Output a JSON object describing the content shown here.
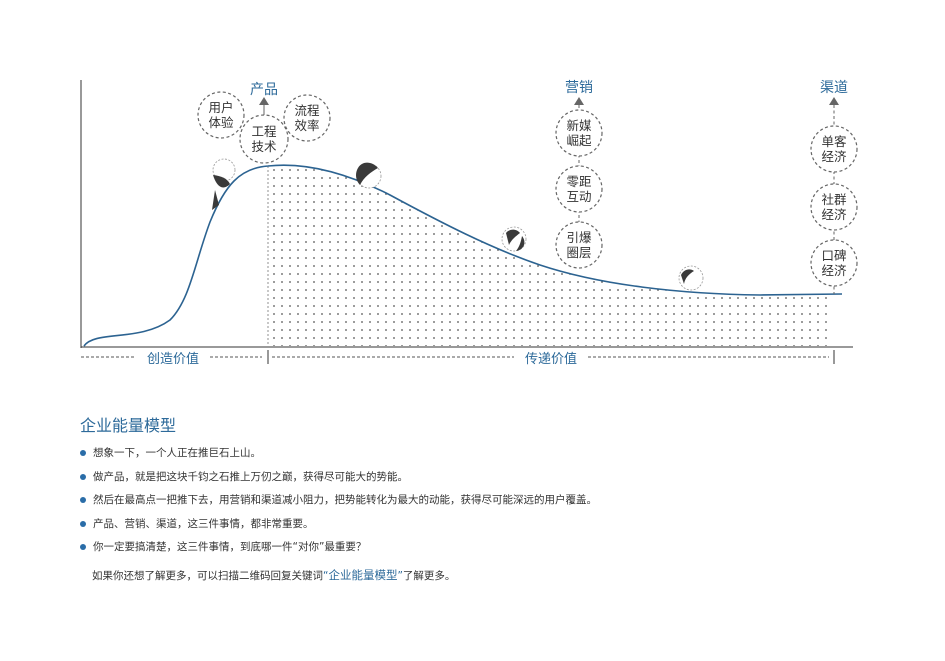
{
  "diagram": {
    "top_labels": {
      "product": "产品",
      "marketing": "营销",
      "channel": "渠道"
    },
    "product_circles": [
      {
        "line1": "用户",
        "line2": "体验"
      },
      {
        "line1": "工程",
        "line2": "技术"
      },
      {
        "line1": "流程",
        "line2": "效率"
      }
    ],
    "marketing_circles": [
      {
        "line1": "新媒",
        "line2": "崛起"
      },
      {
        "line1": "零距",
        "line2": "互动"
      },
      {
        "line1": "引爆",
        "line2": "圈层"
      }
    ],
    "channel_circles": [
      {
        "line1": "单客",
        "line2": "经济"
      },
      {
        "line1": "社群",
        "line2": "经济"
      },
      {
        "line1": "口碑",
        "line2": "经济"
      }
    ],
    "axis_labels": {
      "create_value": "创造价值",
      "deliver_value": "传递价值"
    },
    "colors": {
      "curve": "#2c6391",
      "label": "#2d6a9a",
      "dashed": "#666666",
      "rock": "#3a3a3a"
    }
  },
  "section_title": "企业能量模型",
  "bullets": [
    "想象一下，一个人正在推巨石上山。",
    "做产品，就是把这块千钧之石推上万仞之巅，获得尽可能大的势能。",
    "然后在最高点一把推下去，用营销和渠道减小阻力，把势能转化为最大的动能，获得尽可能深远的用户覆盖。",
    "产品、营销、渠道，这三件事情，都非常重要。",
    "你一定要搞清楚，这三件事情，到底哪一件“对你”最重要？"
  ],
  "footer": {
    "before": "如果你还想了解更多，可以扫描二维码回复关键词",
    "open_quote": "“",
    "keyword": "企业能量模型",
    "close_quote": "”",
    "after": "了解更多。"
  }
}
